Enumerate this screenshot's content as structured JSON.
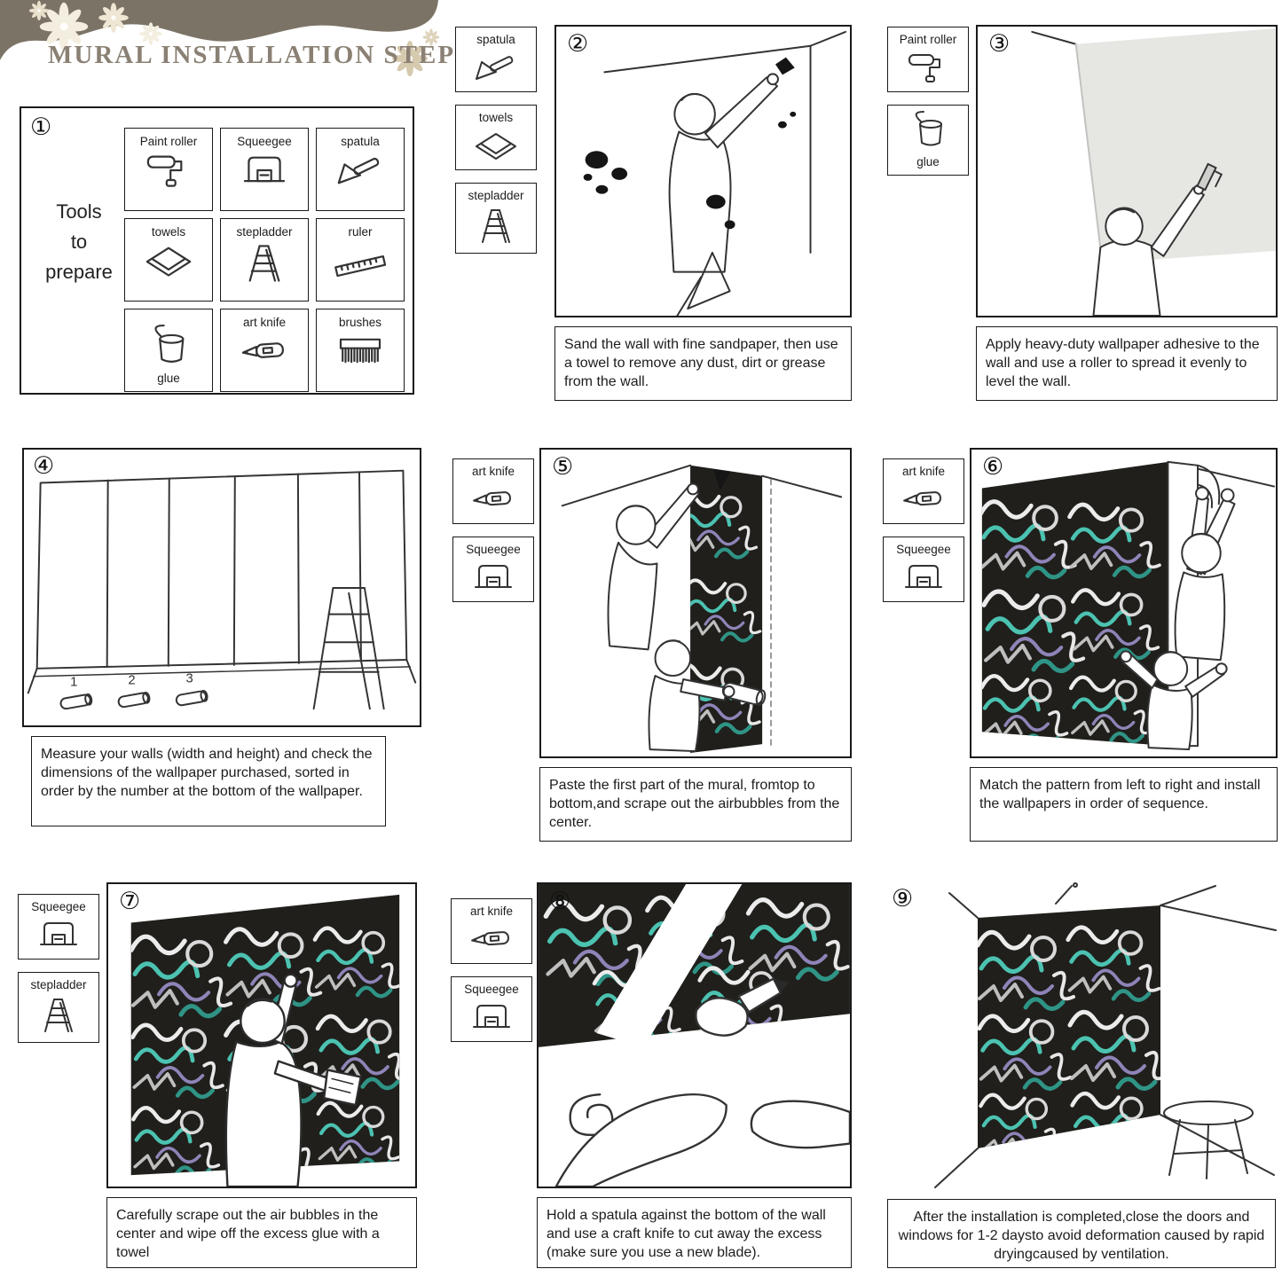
{
  "header": {
    "title": "MURAL INSTALLATION STEPS"
  },
  "colors": {
    "banner_brown": "#7b7366",
    "title_text": "#8a8073",
    "graffiti_background": "#201f1b",
    "graffiti_teal": "#4cc2b1",
    "adhesive_gray": "#e6e6e3",
    "line_ink": "#333333"
  },
  "tools_panel": {
    "number": "①",
    "label_lines": [
      "Tools",
      "to",
      "prepare"
    ],
    "tools": [
      {
        "name": "Paint roller",
        "icon": "paint-roller-icon"
      },
      {
        "name": "Squeegee",
        "icon": "squeegee-icon"
      },
      {
        "name": "spatula",
        "icon": "spatula-icon"
      },
      {
        "name": "towels",
        "icon": "towels-icon"
      },
      {
        "name": "stepladder",
        "icon": "stepladder-icon"
      },
      {
        "name": "ruler",
        "icon": "ruler-icon"
      },
      {
        "name": "glue",
        "icon": "glue-icon"
      },
      {
        "name": "art knife",
        "icon": "art-knife-icon"
      },
      {
        "name": "brushes",
        "icon": "brushes-icon"
      }
    ]
  },
  "steps": [
    {
      "number": "②",
      "tools": [
        "spatula",
        "towels",
        "stepladder"
      ],
      "caption": "Sand the wall with fine sandpaper, then use a towel to remove any dust, dirt or grease from the wall."
    },
    {
      "number": "③",
      "tools": [
        "Paint roller",
        "glue"
      ],
      "caption": "Apply heavy-duty wallpaper adhesive to the wall and use a roller to spread it evenly to level the wall."
    },
    {
      "number": "④",
      "tools": [],
      "panel_labels": [
        "1",
        "2",
        "3"
      ],
      "caption": "Measure your walls (width and height) and check the dimensions of the wallpaper purchased, sorted in order by the number at the bottom of the wallpaper."
    },
    {
      "number": "⑤",
      "tools": [
        "art knife",
        "Squeegee"
      ],
      "caption": "Paste the first part of the mural, fromtop to bottom,and scrape out the airbubbles from the center."
    },
    {
      "number": "⑥",
      "tools": [
        "art knife",
        "Squeegee"
      ],
      "caption": "Match the pattern from left to right and install the wallpapers in order of sequence."
    },
    {
      "number": "⑦",
      "tools": [
        "Squeegee",
        "stepladder"
      ],
      "caption": "Carefully scrape out the air bubbles in the center and wipe off the excess glue with a towel"
    },
    {
      "number": "⑧",
      "tools": [
        "art knife",
        "Squeegee"
      ],
      "caption": "Hold a spatula against the bottom of the wall and use a craft knife to cut away the excess (make sure you use a new blade)."
    },
    {
      "number": "⑨",
      "tools": [],
      "caption": "After the installation is completed,close the doors and windows for 1-2 daysto avoid deformation caused by rapid dryingcaused by ventilation."
    }
  ]
}
